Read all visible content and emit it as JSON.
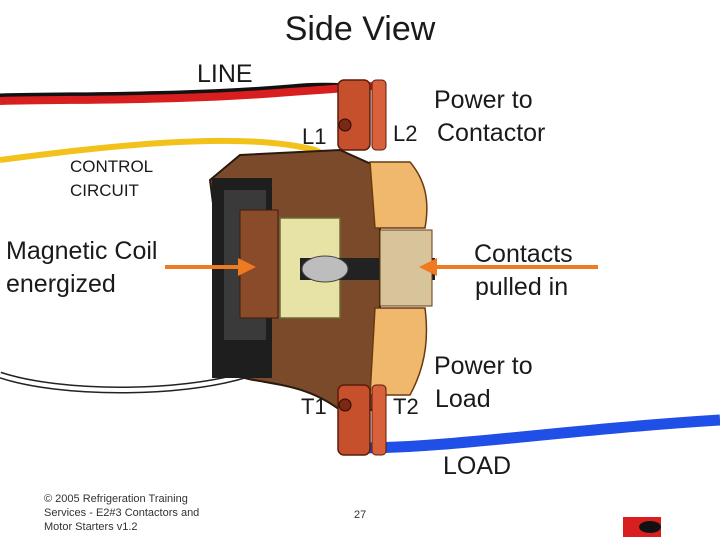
{
  "title": "Side View",
  "labels": {
    "line": "LINE",
    "l1": "L1",
    "l2": "L2",
    "power_to_contactor_1": "Power to",
    "power_to_contactor_2": "Contactor",
    "control_circuit_1": "CONTROL",
    "control_circuit_2": "CIRCUIT",
    "magnetic_coil_1": "Magnetic Coil",
    "magnetic_coil_2": "energized",
    "contacts_1": "Contacts",
    "contacts_2": "pulled in",
    "power_to_load_1": "Power to",
    "power_to_load_2": "Load",
    "t1": "T1",
    "t2": "T2",
    "load": "LOAD"
  },
  "footer": {
    "copyright_1": "© 2005 Refrigeration Training",
    "copyright_2": "Services - E2#3 Contactors and",
    "copyright_3": "Motor Starters v1.2",
    "page_number": "27"
  },
  "colors": {
    "line_wire": "#d81e1e",
    "control_wire": "#f2c11a",
    "load_wire": "#1f4fe6",
    "arrow": "#ee7a22",
    "housing": "#7a4a2a",
    "contact_block": "#f0b86c",
    "terminal": "#c64f2c"
  },
  "icons": {
    "logo": "company-logo-icon"
  }
}
